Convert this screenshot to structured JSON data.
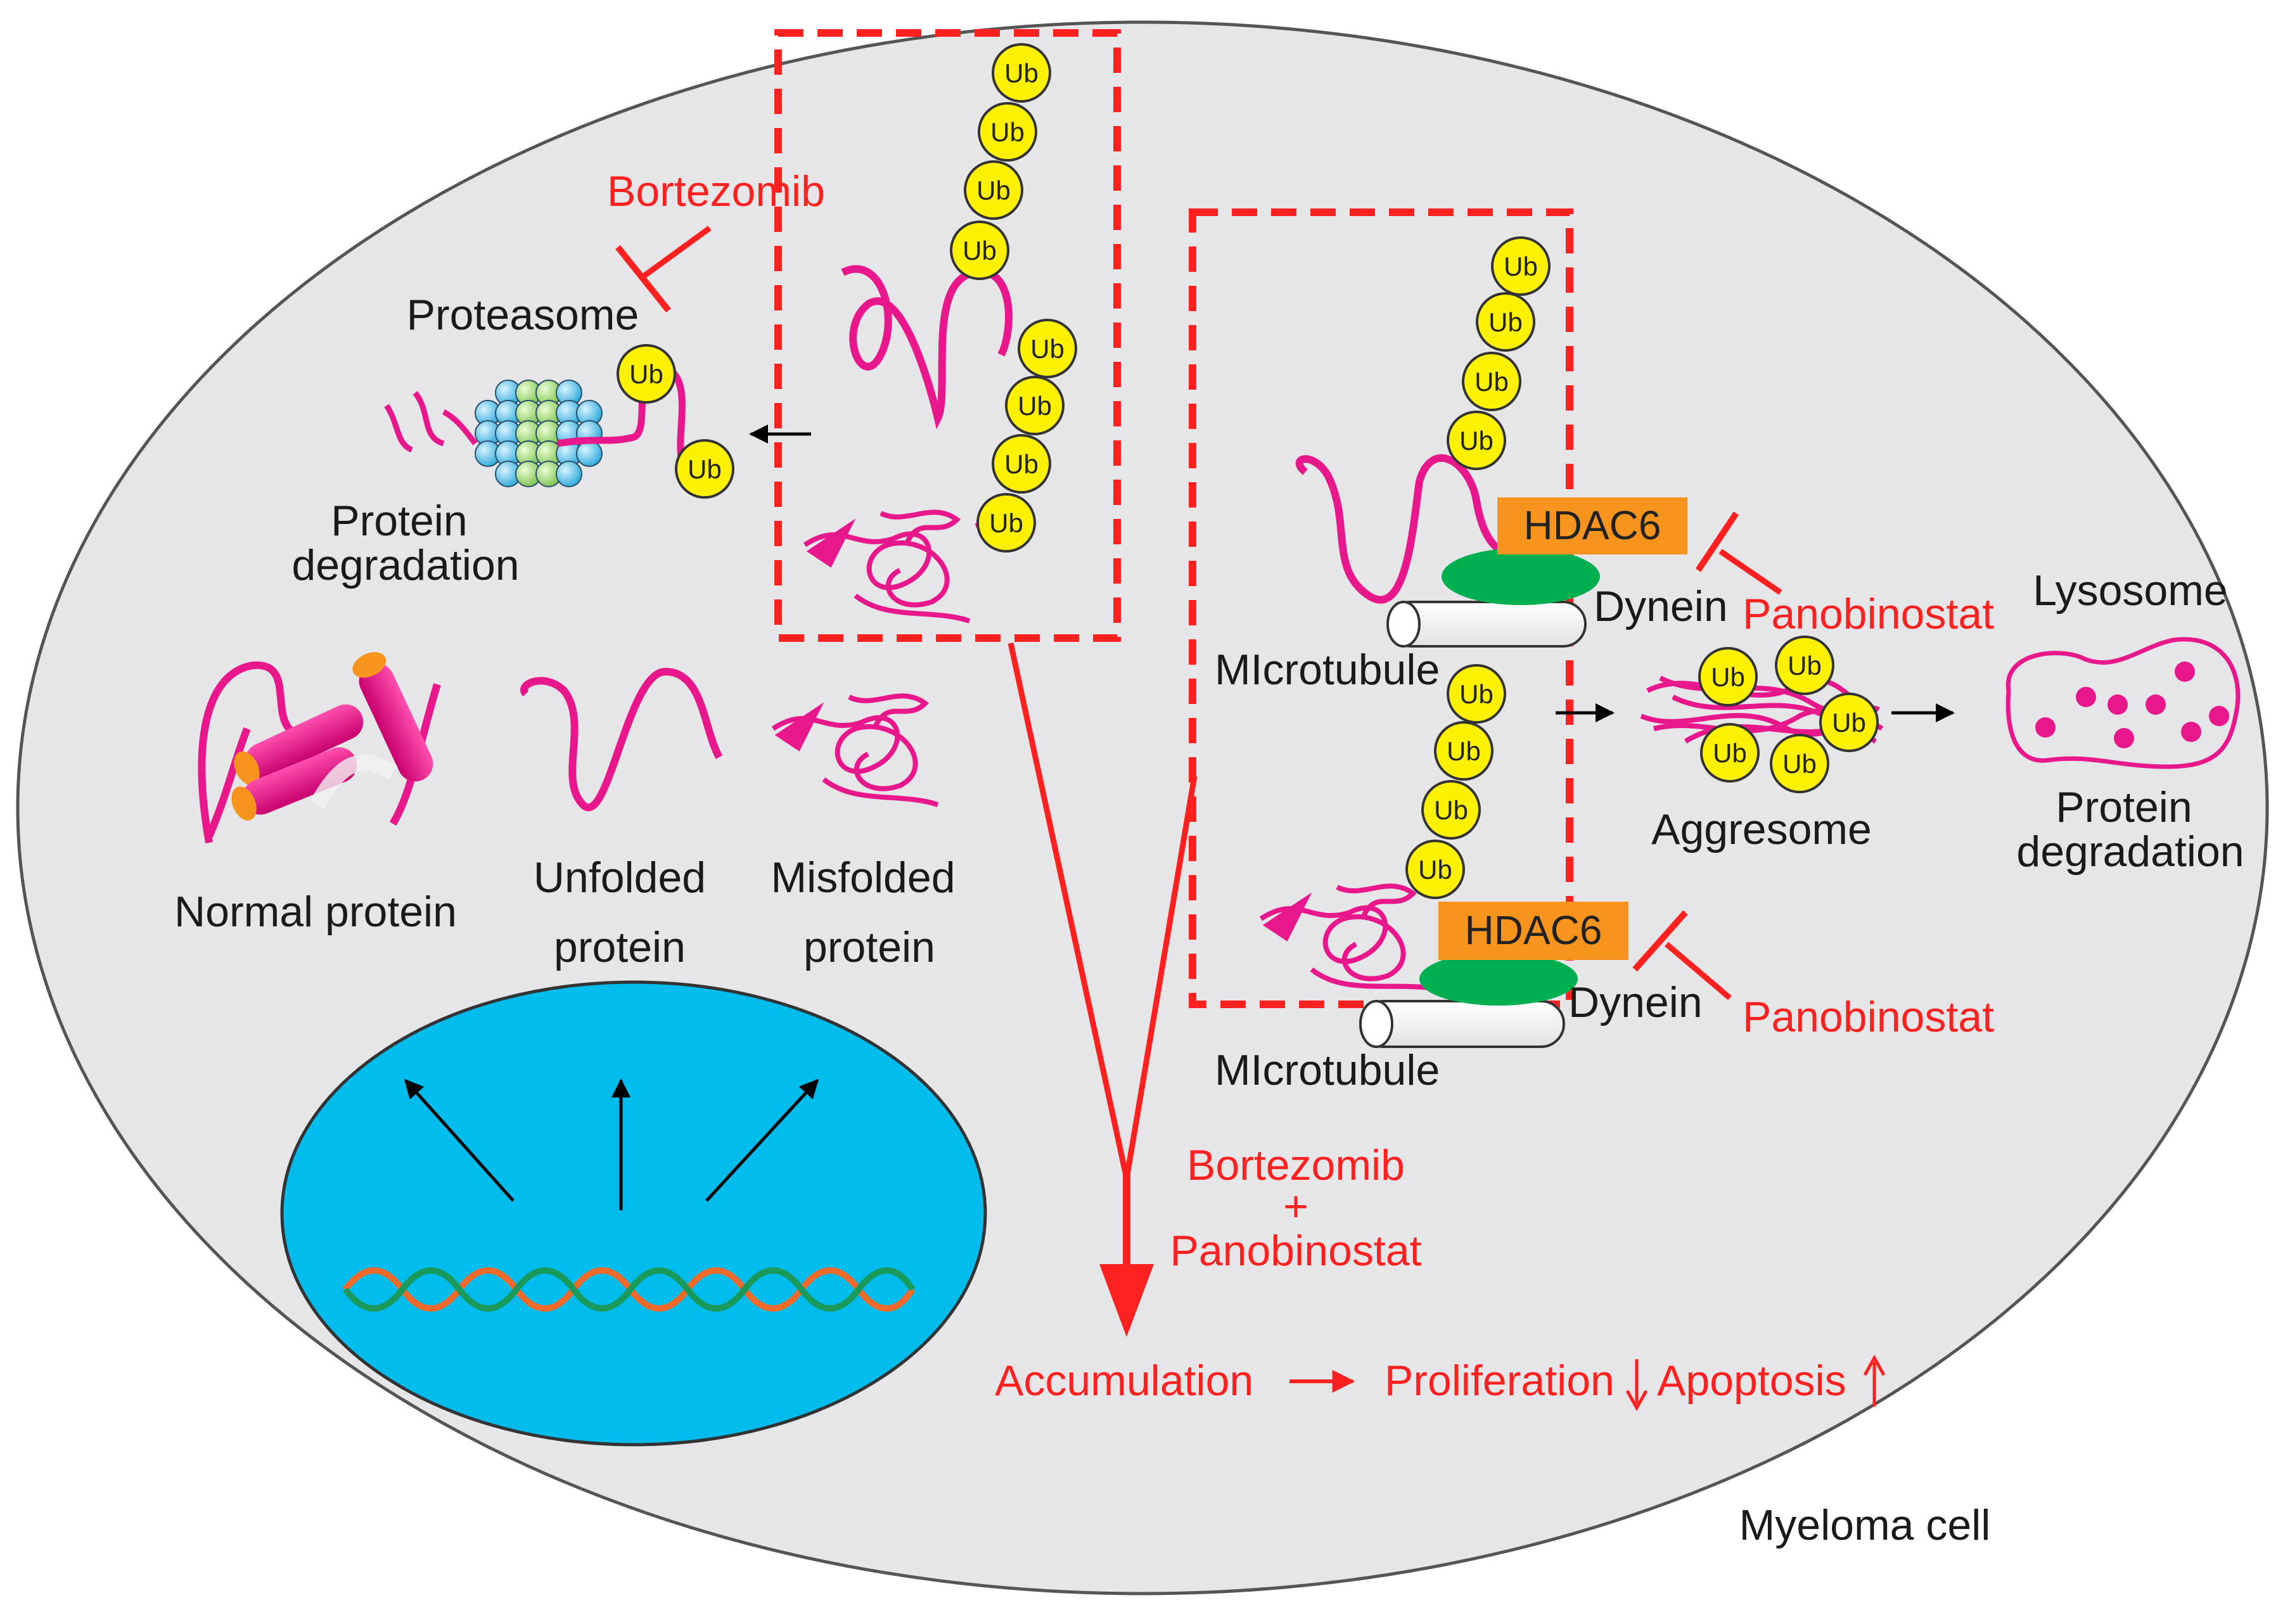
{
  "colors": {
    "cell_fill": "#e6e6e8",
    "nucleus": "#00bcec",
    "protein": "#e8188c",
    "ub": "#fff200",
    "hdac6": "#f7941d",
    "dynein": "#00b050",
    "red": "#ff2020",
    "proteasome_blue": "#3fb9e6",
    "proteasome_green": "#92d050"
  },
  "labels": {
    "bortezomib_top": "Bortezomib",
    "proteasome": "Proteasome",
    "protein_degradation_left_1": "Protein",
    "protein_degradation_left_2": "degradation",
    "normal_protein": "Normal protein",
    "unfolded_1": "Unfolded",
    "unfolded_2": "protein",
    "misfolded_1": "Misfolded",
    "misfolded_2": "protein",
    "hdac6_top": "HDAC6",
    "hdac6_bottom": "HDAC6",
    "dynein_top": "Dynein",
    "dynein_bottom": "Dynein",
    "microtubule_top": "MIcrotubule",
    "microtubule_bottom": "MIcrotubule",
    "panobinostat_top": "Panobinostat",
    "panobinostat_bottom": "Panobinostat",
    "lysosome": "Lysosome",
    "aggresome": "Aggresome",
    "protein_degradation_right_1": "Protein",
    "protein_degradation_right_2": "degradation",
    "combo_1": "Bortezomib",
    "combo_2": "+",
    "combo_3": "Panobinostat",
    "accumulation": "Accumulation",
    "proliferation": "Proliferation",
    "apoptosis": "Apoptosis",
    "myeloma_cell": "Myeloma cell",
    "ub": "Ub"
  },
  "icons": [
    "proteasome-icon",
    "ubiquitin-icon",
    "nucleus-icon",
    "dna-helix-icon",
    "lysosome-icon",
    "microtubule-icon",
    "inhibition-icon"
  ]
}
